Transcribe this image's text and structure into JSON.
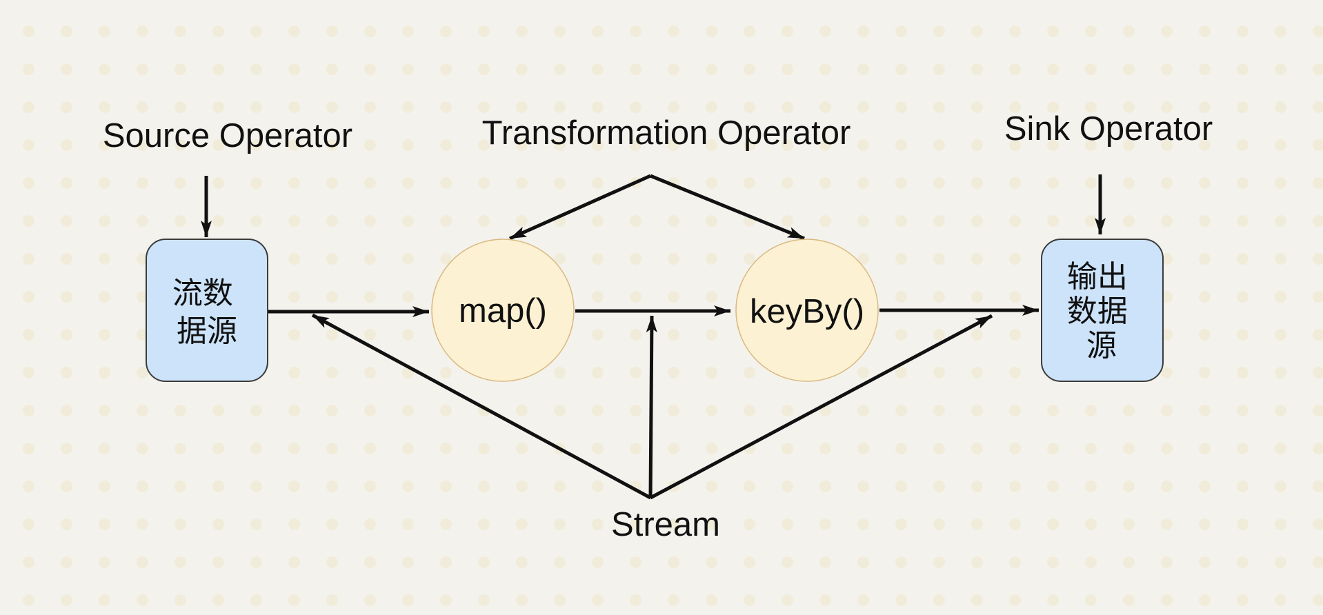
{
  "diagram": {
    "annotations": {
      "source_operator": "Source Operator",
      "transformation_operator": "Transformation Operator",
      "sink_operator": "Sink Operator",
      "stream": "Stream"
    },
    "nodes": {
      "source": {
        "shape": "rounded-rect",
        "lines": [
          "流数",
          "据源"
        ],
        "fill": "#CCE3FA",
        "stroke": "#3B3B3B"
      },
      "map": {
        "shape": "circle",
        "label": "map()",
        "fill": "#FCF1D2",
        "stroke": "#D9BA82"
      },
      "keyby": {
        "shape": "circle",
        "label": "keyBy()",
        "fill": "#FCF1D2",
        "stroke": "#D9BA82"
      },
      "sink": {
        "shape": "rounded-rect",
        "lines": [
          "输出",
          "数据",
          "源"
        ],
        "fill": "#CCE3FA",
        "stroke": "#3B3B3B"
      }
    },
    "edges": [
      {
        "from": "source-operator-label",
        "to": "source-node"
      },
      {
        "from": "transformation-operator-label",
        "to": "map-node"
      },
      {
        "from": "transformation-operator-label",
        "to": "keyby-node"
      },
      {
        "from": "sink-operator-label",
        "to": "sink-node"
      },
      {
        "from": "source-node",
        "to": "map-node"
      },
      {
        "from": "map-node",
        "to": "keyby-node"
      },
      {
        "from": "keyby-node",
        "to": "sink-node"
      },
      {
        "from": "stream-label",
        "to": "edge-source-to-map"
      },
      {
        "from": "stream-label",
        "to": "edge-map-to-keyby"
      },
      {
        "from": "stream-label",
        "to": "edge-keyby-to-sink"
      }
    ],
    "colors": {
      "background": "#F4F2ED",
      "arrow": "#111111",
      "text": "#111111",
      "node_blue": "#CCE3FA",
      "node_yellow": "#FCF1D2"
    }
  }
}
